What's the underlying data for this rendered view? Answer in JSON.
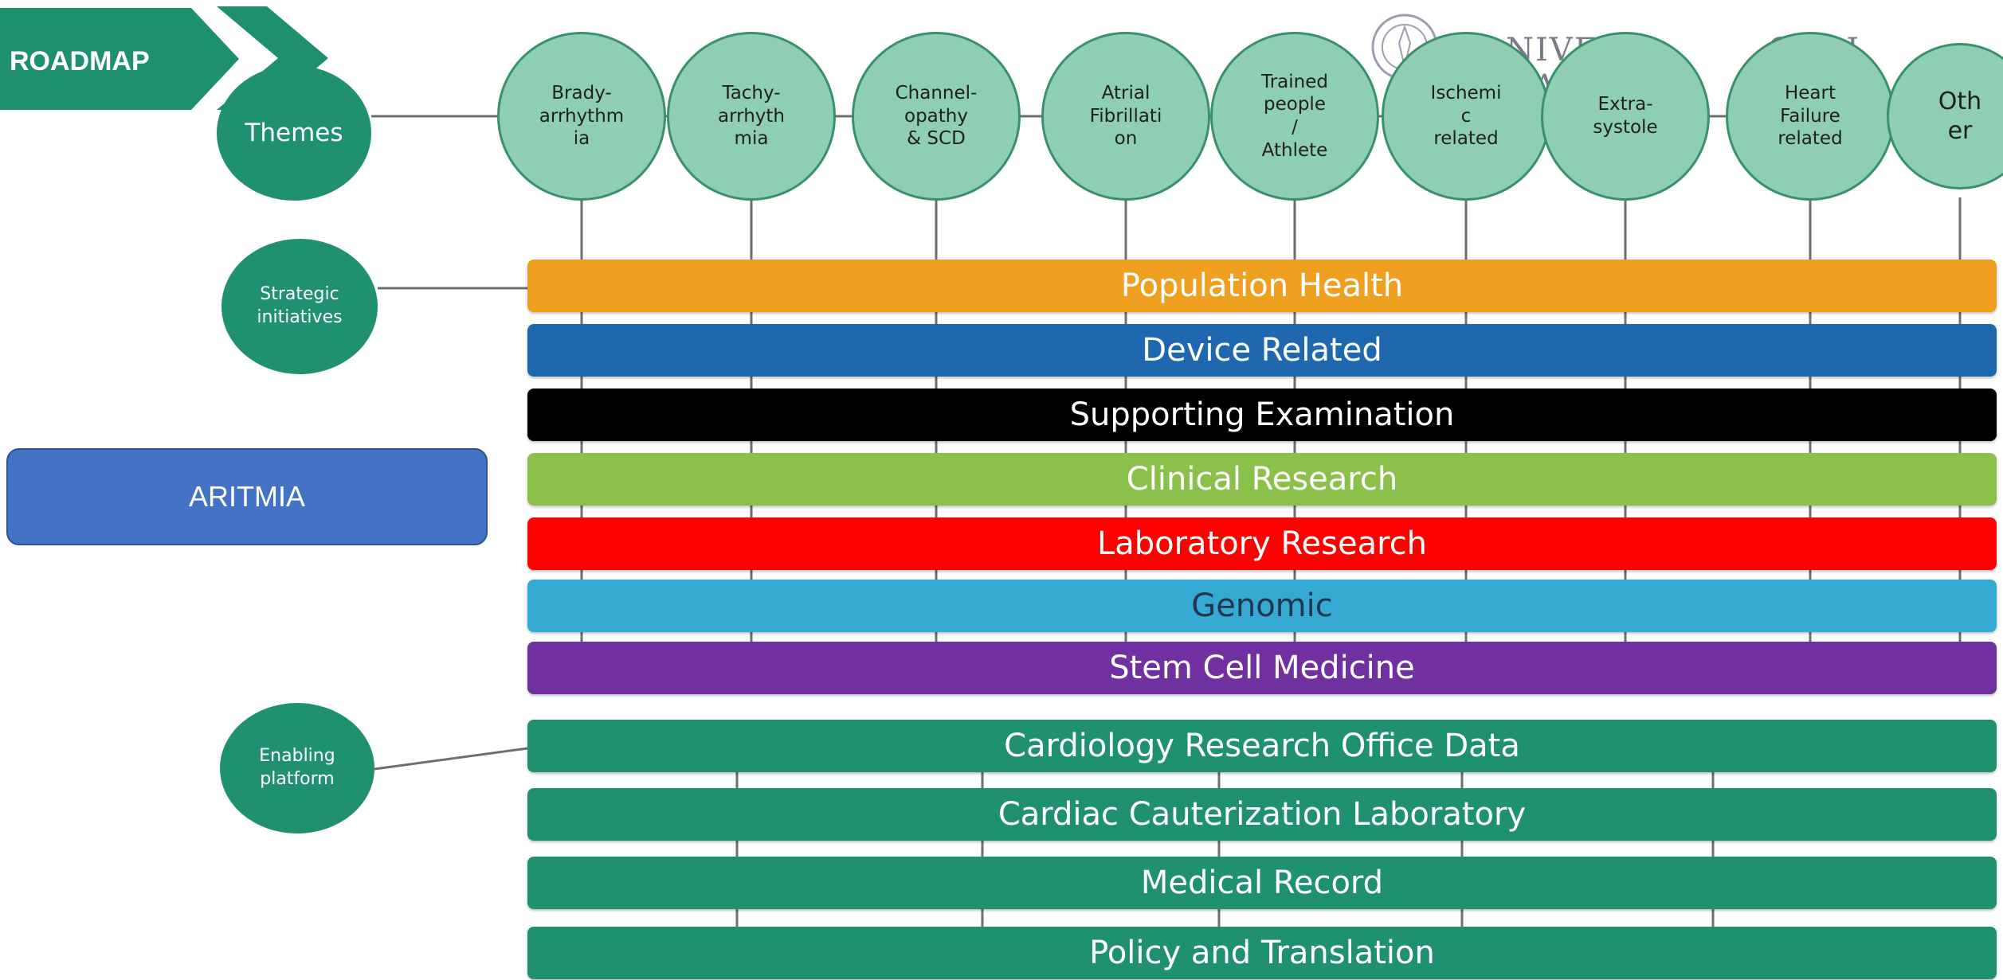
{
  "header": {
    "roadmap_label": "ROADMAP",
    "watermark_left": "NIVER",
    "watermark_mid": "GADI",
    "watermark_right": "DA"
  },
  "aritmia_label": "ARITMIA",
  "row_labels": {
    "themes": "Themes",
    "strategic": "Strategic\ninitiatives",
    "enabling": "Enabling\nplatform"
  },
  "themes": [
    {
      "label": "Brady-\narrhythm\nia"
    },
    {
      "label": "Tachy-\narrhyth\nmia"
    },
    {
      "label": "Channel-\nopathy\n& SCD"
    },
    {
      "label": "Atrial\nFibrillati\non"
    },
    {
      "label": "Trained\npeople\n/\nAthlete"
    },
    {
      "label": "Ischemi\nc\nrelated"
    },
    {
      "label": "Extra-\nsystole"
    },
    {
      "label": "Heart\nFailure\nrelated"
    },
    {
      "label": "Oth\ner"
    }
  ],
  "strategic_initiatives": [
    {
      "label": "Population Health",
      "color": "#f0a020",
      "text_color": "#ffffff"
    },
    {
      "label": "Device Related",
      "color": "#1f68b0",
      "text_color": "#ffffff"
    },
    {
      "label": "Supporting Examination",
      "color": "#000000",
      "text_color": "#ffffff"
    },
    {
      "label": "Clinical Research",
      "color": "#8bc14a",
      "text_color": "#ffffff"
    },
    {
      "label": "Laboratory Research",
      "color": "#ff0000",
      "text_color": "#ffffff"
    },
    {
      "label": "Genomic",
      "color": "#36a9d2",
      "text_color": "#1f3550"
    },
    {
      "label": "Stem Cell Medicine",
      "color": "#7030a0",
      "text_color": "#ffffff"
    }
  ],
  "enabling_platforms": [
    {
      "label": "Cardiology Research Office Data",
      "color": "#1f9170",
      "text_color": "#ffffff"
    },
    {
      "label": "Cardiac Cauterization Laboratory",
      "color": "#1f9170",
      "text_color": "#ffffff"
    },
    {
      "label": "Medical Record",
      "color": "#1f9170",
      "text_color": "#ffffff"
    },
    {
      "label": "Policy and Translation",
      "color": "#1f9170",
      "text_color": "#ffffff"
    }
  ]
}
